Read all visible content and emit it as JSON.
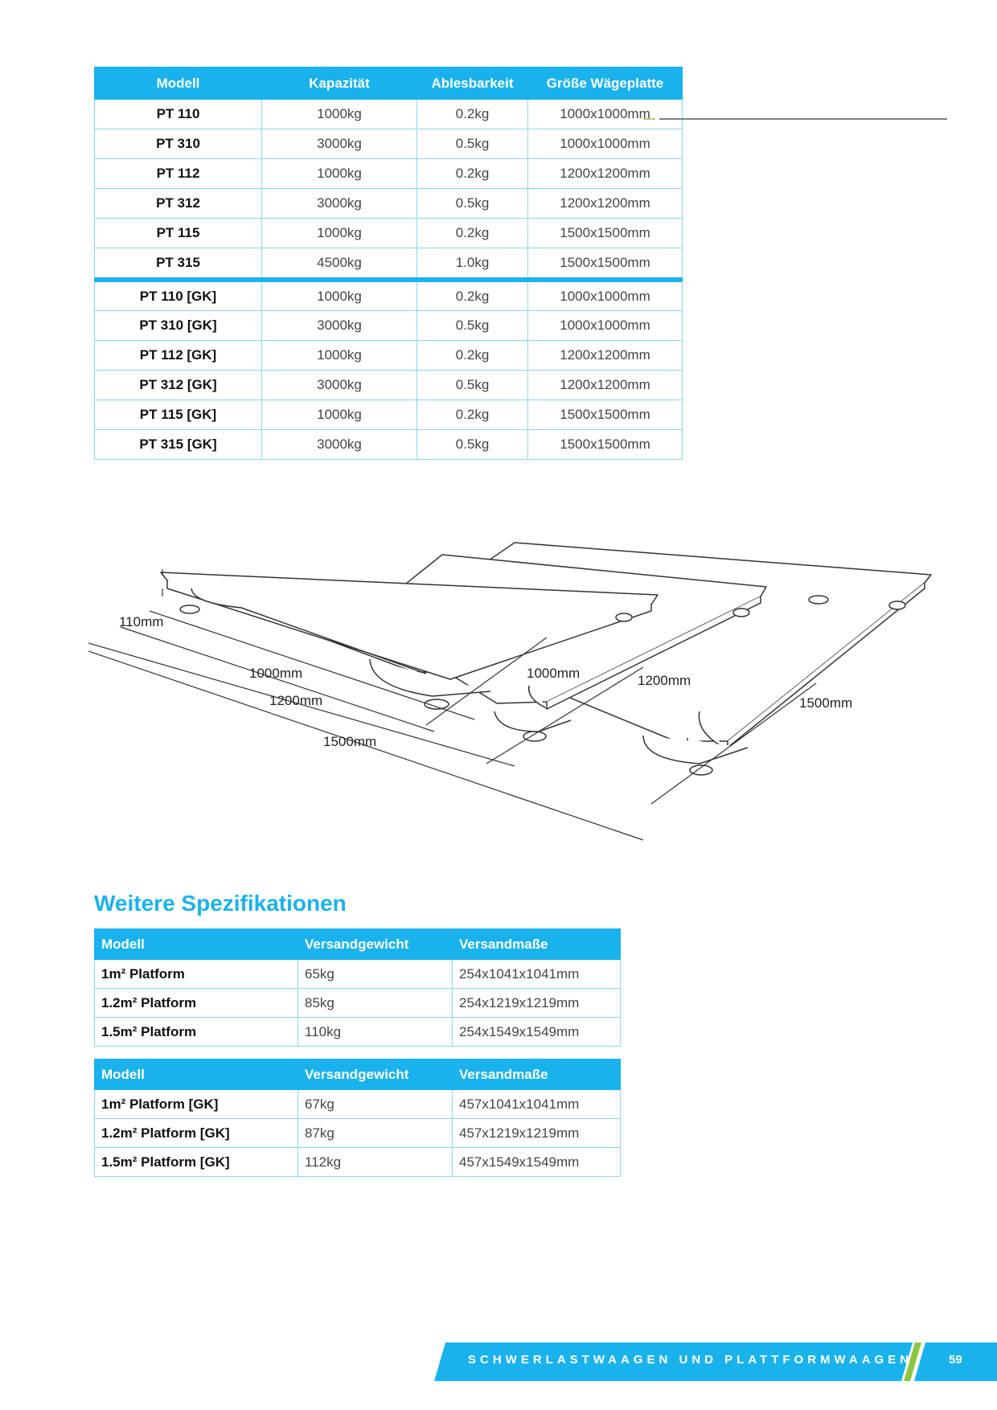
{
  "spec_table": {
    "headers": [
      "Modell",
      "Kapazität",
      "Ablesbarkeit",
      "Größe Wägeplatte"
    ],
    "rows": [
      [
        "PT 110",
        "1000kg",
        "0.2kg",
        "1000x1000mm"
      ],
      [
        "PT 310",
        "3000kg",
        "0.5kg",
        "1000x1000mm"
      ],
      [
        "PT 112",
        "1000kg",
        "0.2kg",
        "1200x1200mm"
      ],
      [
        "PT 312",
        "3000kg",
        "0.5kg",
        "1200x1200mm"
      ],
      [
        "PT 115",
        "1000kg",
        "0.2kg",
        "1500x1500mm"
      ],
      [
        "PT 315",
        "4500kg",
        "1.0kg",
        "1500x1500mm"
      ],
      [
        "PT 110 [GK]",
        "1000kg",
        "0.2kg",
        "1000x1000mm"
      ],
      [
        "PT 310 [GK]",
        "3000kg",
        "0.5kg",
        "1000x1000mm"
      ],
      [
        "PT 112 [GK]",
        "1000kg",
        "0.2kg",
        "1200x1200mm"
      ],
      [
        "PT 312 [GK]",
        "3000kg",
        "0.5kg",
        "1200x1200mm"
      ],
      [
        "PT 115 [GK]",
        "1000kg",
        "0.2kg",
        "1500x1500mm"
      ],
      [
        "PT 315 [GK]",
        "3000kg",
        "0.5kg",
        "1500x1500mm"
      ]
    ]
  },
  "diagram": {
    "height_label": "110mm",
    "left_labels": [
      "1000mm",
      "1200mm",
      "1500mm"
    ],
    "right_labels": [
      "1000mm",
      "1200mm",
      "1500mm"
    ]
  },
  "section_heading": "Weitere Spezifikationen",
  "ship_table_1": {
    "headers": [
      "Modell",
      "Versandgewicht",
      "Versandmaße"
    ],
    "rows": [
      [
        "1m² Platform",
        "65kg",
        "254x1041x1041mm"
      ],
      [
        "1.2m² Platform",
        "85kg",
        "254x1219x1219mm"
      ],
      [
        "1.5m² Platform",
        "110kg",
        "254x1549x1549mm"
      ]
    ]
  },
  "ship_table_2": {
    "headers": [
      "Modell",
      "Versandgewicht",
      "Versandmaße"
    ],
    "rows": [
      [
        "1m² Platform [GK]",
        "67kg",
        "457x1041x1041mm"
      ],
      [
        "1.2m² Platform [GK]",
        "87kg",
        "457x1219x1219mm"
      ],
      [
        "1.5m² Platform [GK]",
        "112kg",
        "457x1549x1549mm"
      ]
    ]
  },
  "footer": {
    "section_title": "SCHWERLASTWAAGEN UND PLATTFORMWAAGEN",
    "page_number": "59"
  },
  "colors": {
    "accent": "#1ab2ec",
    "green_stripe": "#8cc63f"
  }
}
